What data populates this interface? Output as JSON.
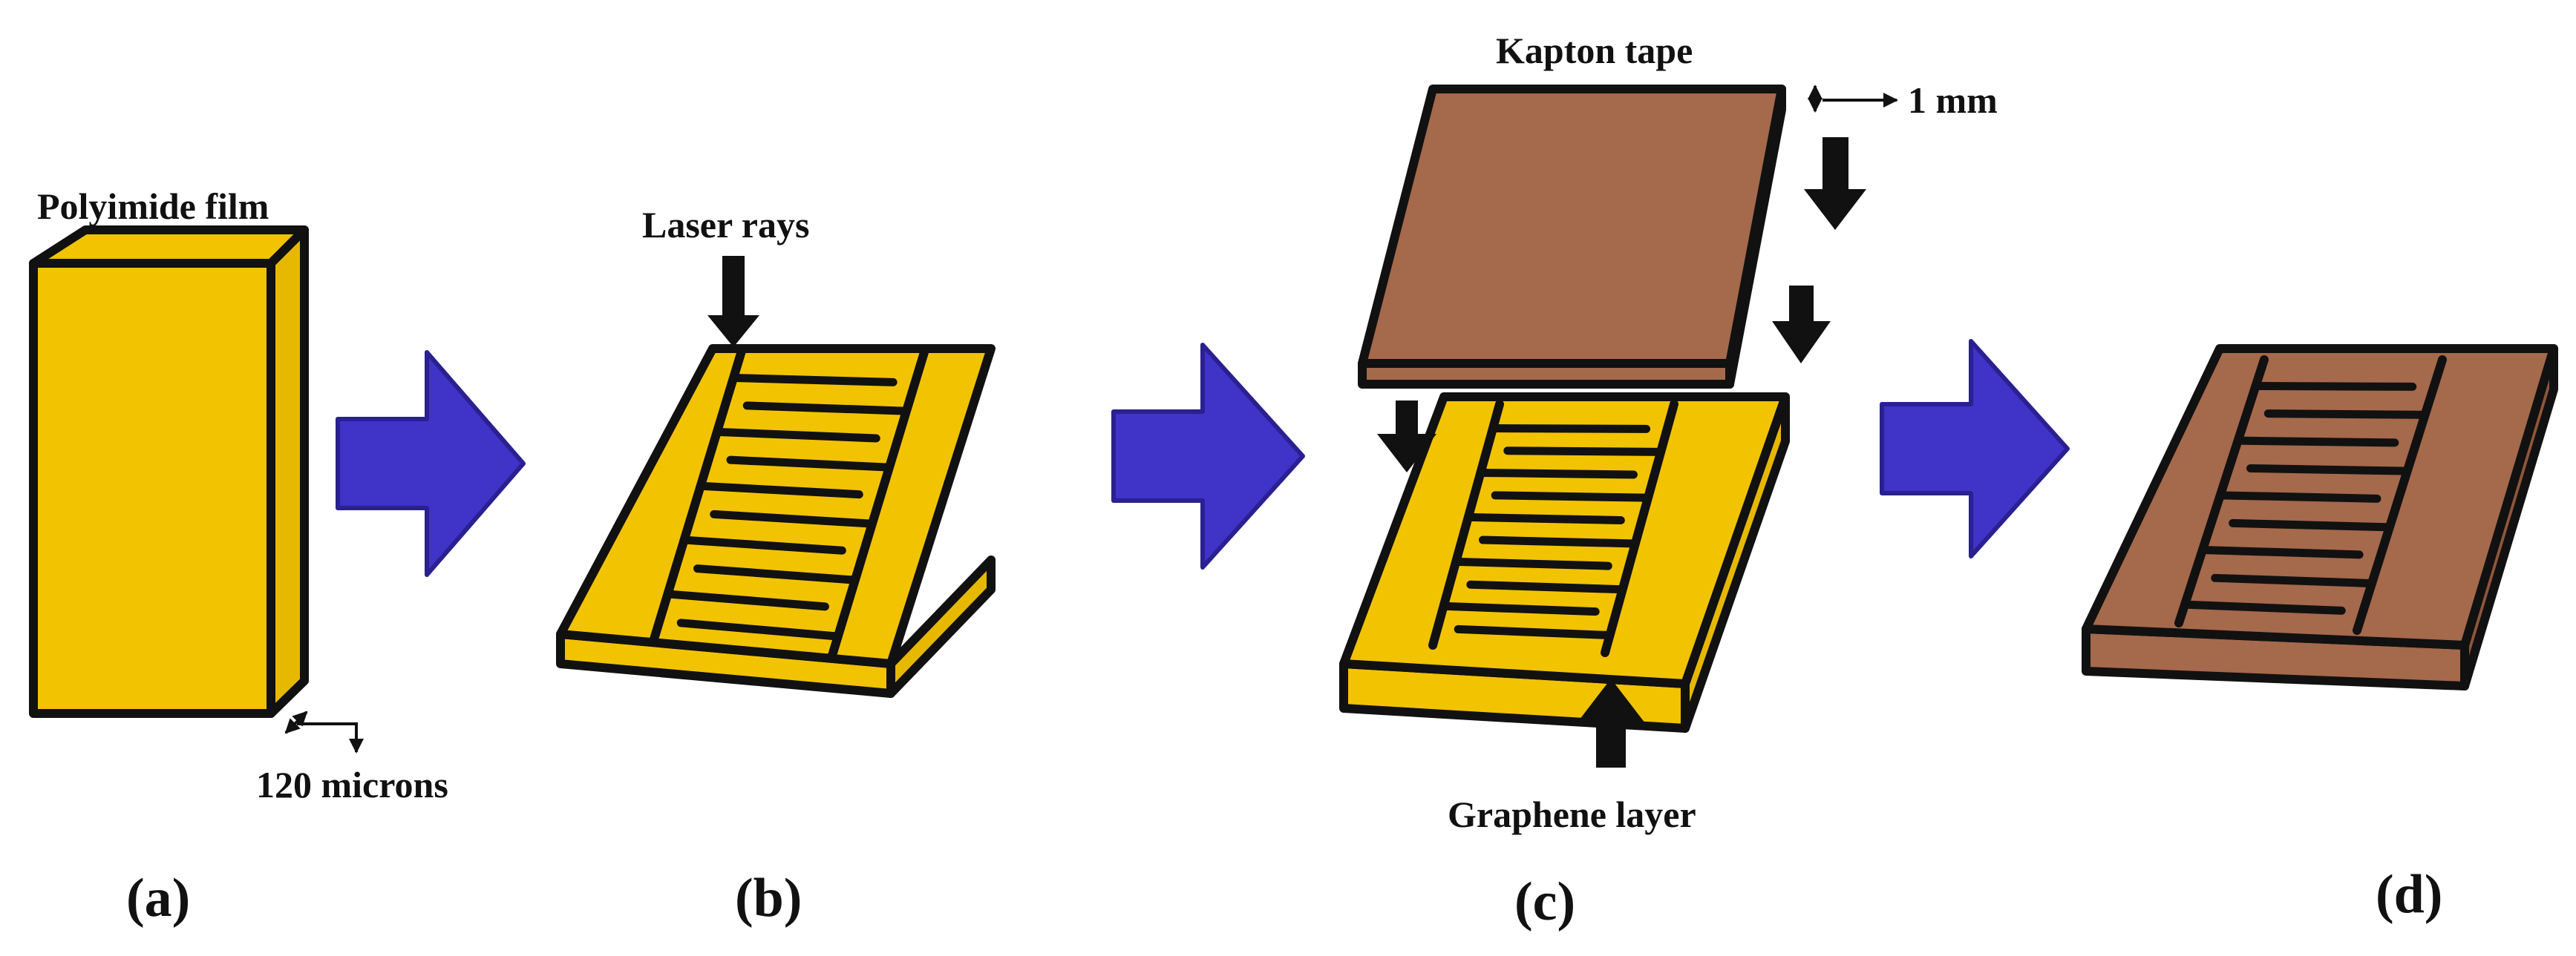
{
  "colors": {
    "polyimide_face": "#F2C300",
    "polyimide_side": "#E7B800",
    "kapton_face": "#A5694B",
    "kapton_side": "#8F563B",
    "outline": "#111111",
    "process_arrow": "#3F33C8",
    "process_arrow_edge": "#2A2090",
    "background": "#FFFFFF"
  },
  "icons": {
    "process_arrow": "right-block-arrow",
    "press_arrow": "down-block-arrow",
    "dimension_marker": "double-headed-arrow"
  },
  "panels": [
    {
      "caption": "(a)",
      "label": "Polyimide film",
      "dimension": "120 microns"
    },
    {
      "caption": "(b)",
      "label": "Laser rays"
    },
    {
      "caption": "(c)",
      "label_top": "Kapton tape",
      "dimension": "1 mm",
      "label_bottom": "Graphene layer"
    },
    {
      "caption": "(d)"
    }
  ]
}
